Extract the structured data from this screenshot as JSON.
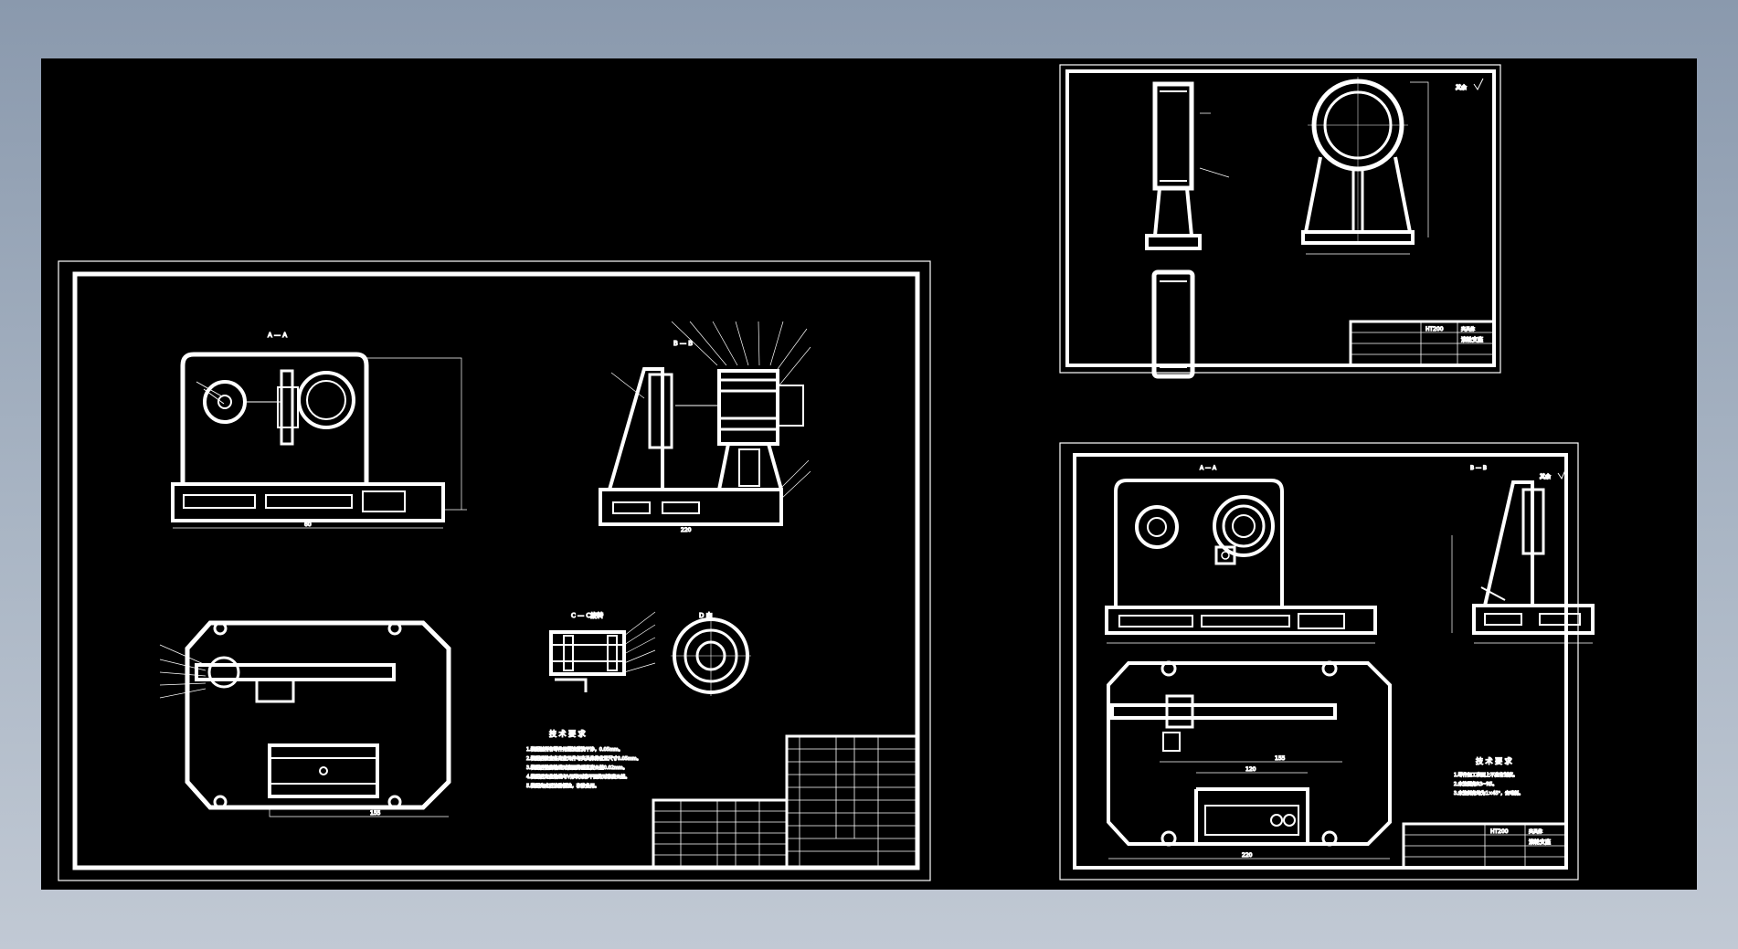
{
  "colors": {
    "background_top": "#8a99ad",
    "background_bottom": "#c1c9d4",
    "canvas": "#000000",
    "line": "#ffffff"
  },
  "sheet1": {
    "section_aa": "A — A",
    "section_bb": "B — B",
    "section_cc": "C — C旋转",
    "view_d": "D 向",
    "tech_title": "技 术 要 求",
    "tech_notes": [
      "1.装配前所有零件用煤油清洗干净，0.05mm。",
      "2.装配后检查各定位元件与夹具体的位置尺寸0.05mm。",
      "3.装配后钻套轴线对底面的垂直度公差0.02mm。",
      "4.装配后定位轴线与V形块对称平面的对称度公差。",
      "5.装配完成后涂防锈油，存放备用。"
    ],
    "dims": {
      "aa_width": "60",
      "bb_width": "220",
      "plan_width": "155"
    }
  },
  "sheet2": {
    "material": "HT200",
    "title_cells": [
      "夹具体",
      "滚轮支座"
    ],
    "roughness": "其余"
  },
  "sheet3": {
    "section_aa": "A — A",
    "section_bb": "B — B",
    "roughness": "其余",
    "material": "HT200",
    "tech_title": "技 术 要 求",
    "tech_notes": [
      "1.零件加工表面上不应有划痕。",
      "2.未注圆角R3~R5。",
      "3.未注倒角均为1×45°，去毛刺。"
    ],
    "title_cells": [
      "夹具体",
      "滚轮支座"
    ],
    "dims": {
      "bottom_width": "220",
      "inner_width": "155",
      "inner2_width": "120"
    }
  }
}
